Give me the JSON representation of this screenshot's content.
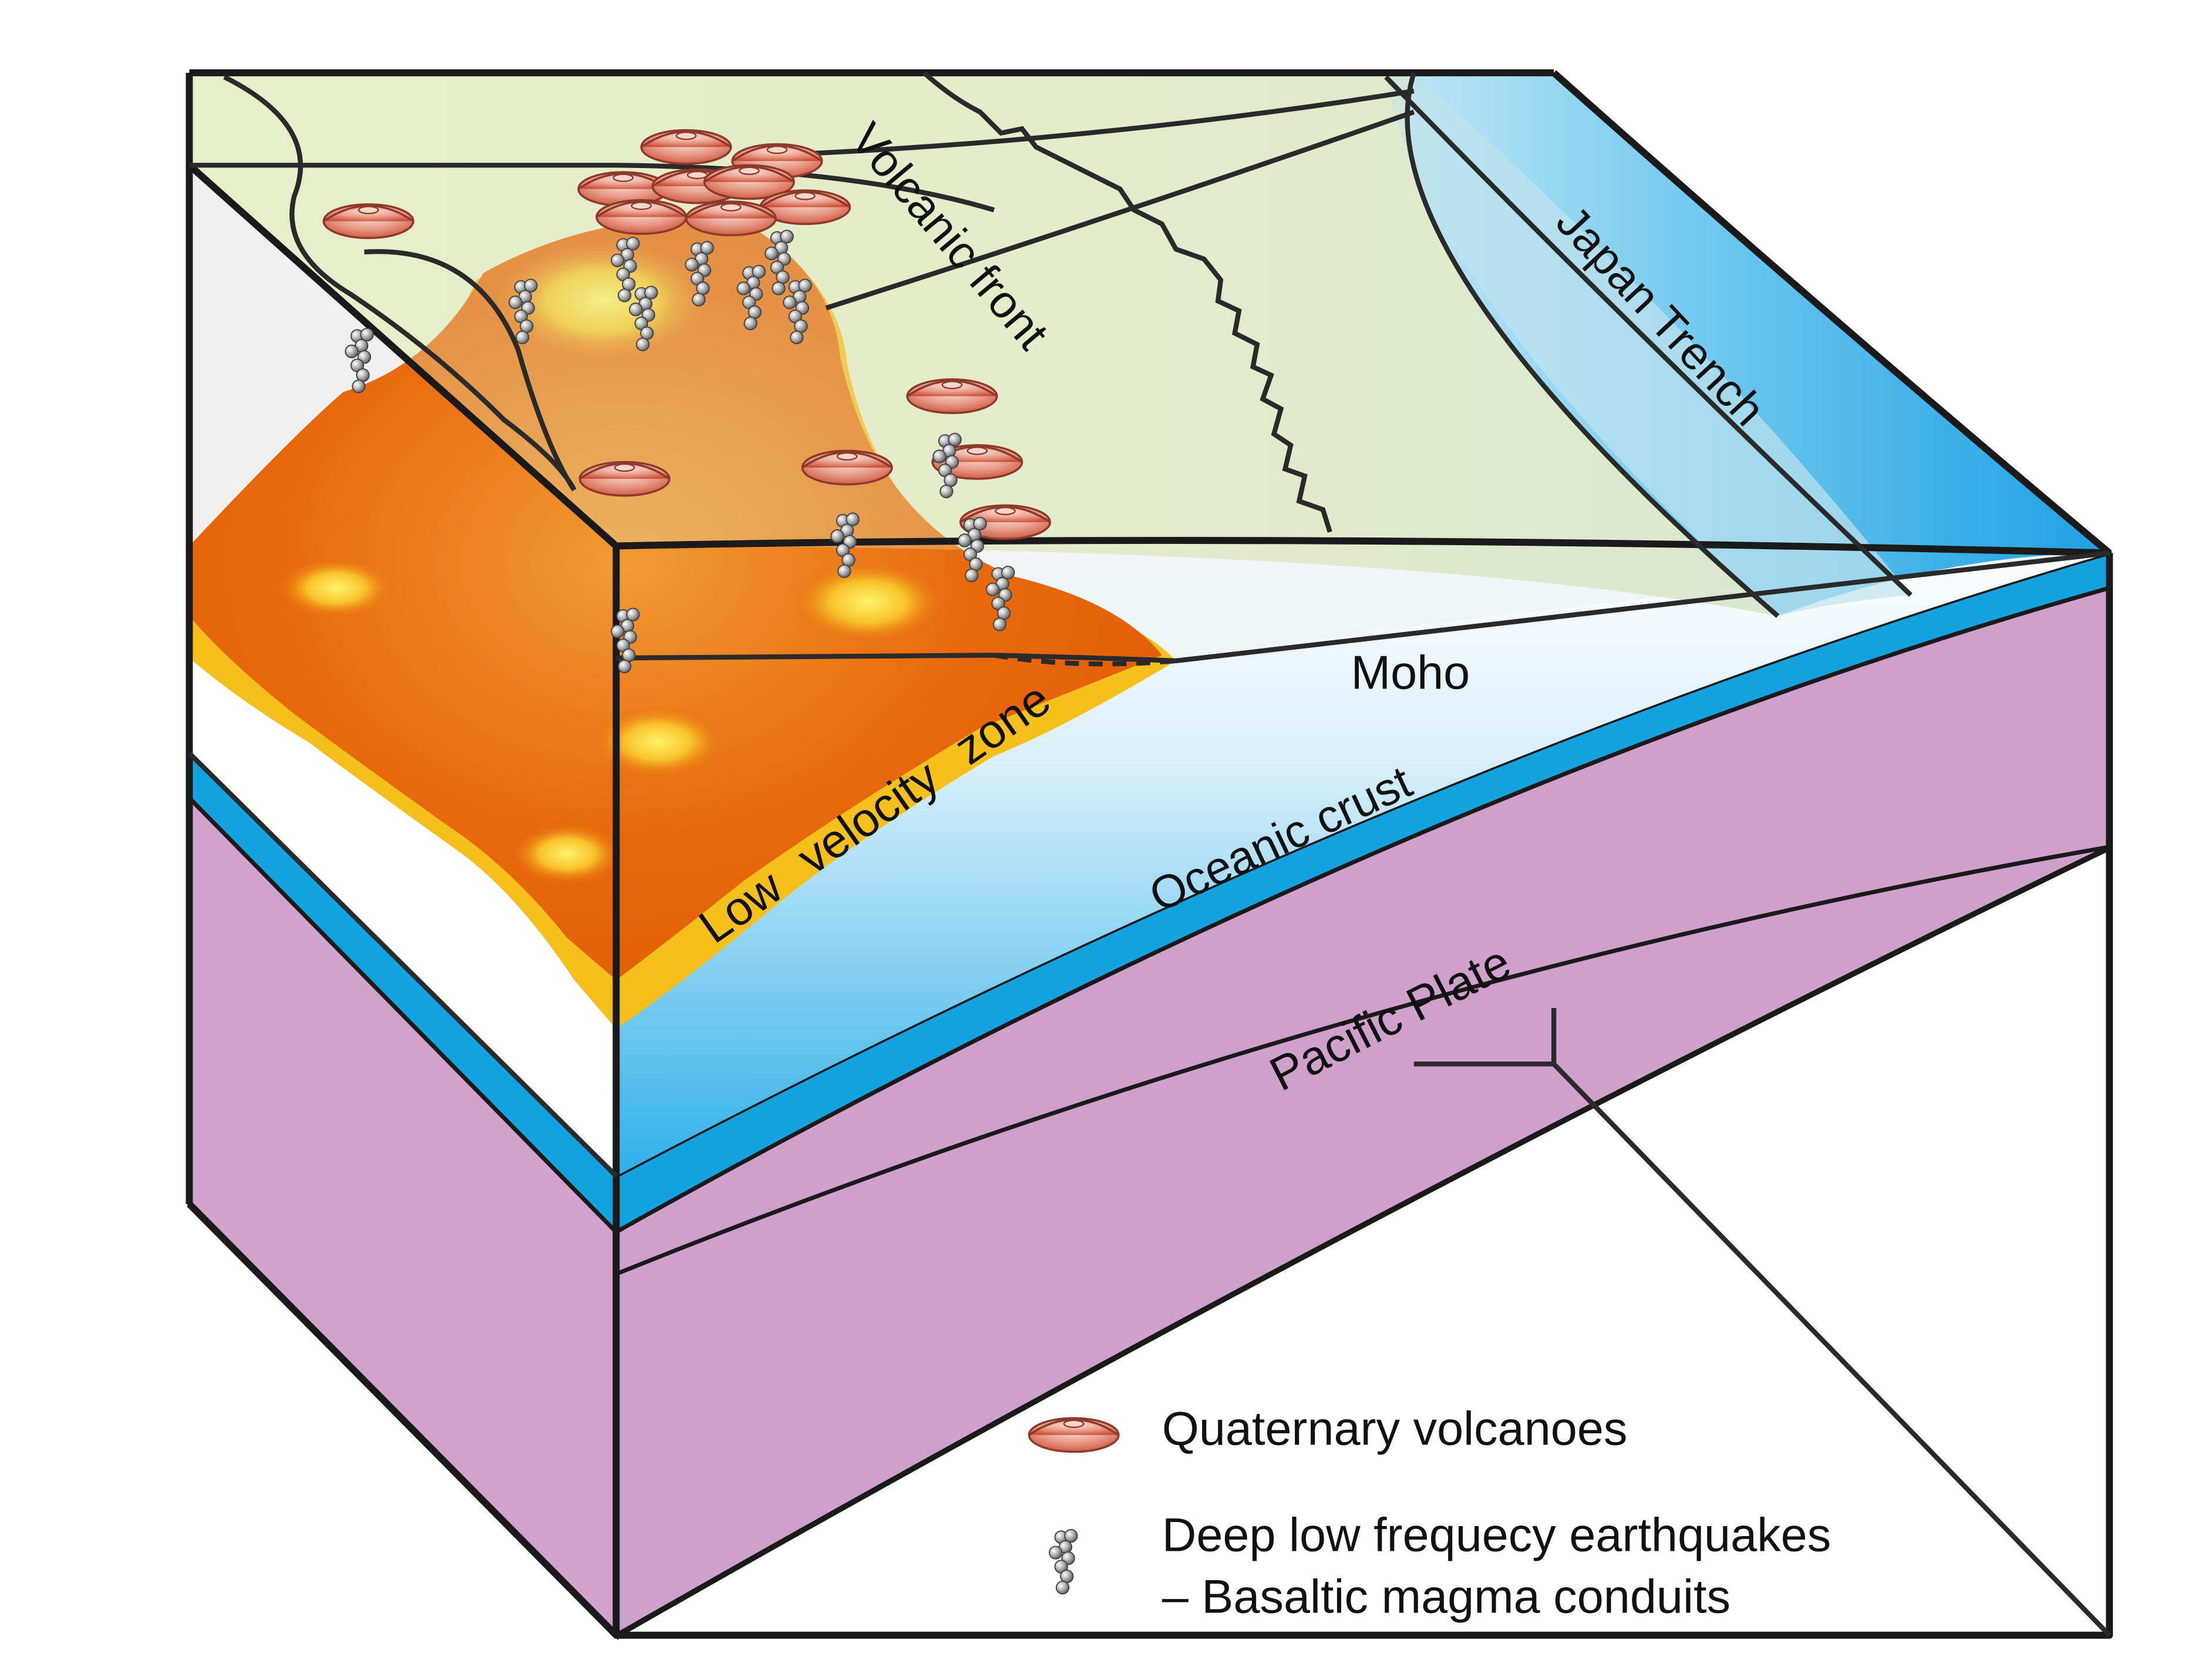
{
  "labels": {
    "volcanic_front": "Volcanic front",
    "japan_trench": "Japan Trench",
    "moho": "Moho",
    "low_velocity_zone": "Low velocity zone",
    "oceanic_crust": "Oceanic crust",
    "pacific_plate": "Pacific Plate"
  },
  "legend": {
    "volcano_label": "Quaternary volcanoes",
    "earthquake_label_line1": "Deep low frequecy earthquakes",
    "earthquake_label_line2": "– Basaltic magma conduits"
  },
  "colors": {
    "land_surface": "#e2ecc4",
    "ocean_surface": "#3aaee6",
    "mantle_wedge_top": "#ffffff",
    "mantle_wedge_bottom": "#35b0ea",
    "oceanic_crust": "#12a3e0",
    "pacific_plate": "#cfa0cc",
    "low_velocity_core": "#e8650a",
    "low_velocity_rim": "#f7c21a",
    "volcano_fill": "#e2806c",
    "earthquake_fill": "#9a9a9a"
  }
}
